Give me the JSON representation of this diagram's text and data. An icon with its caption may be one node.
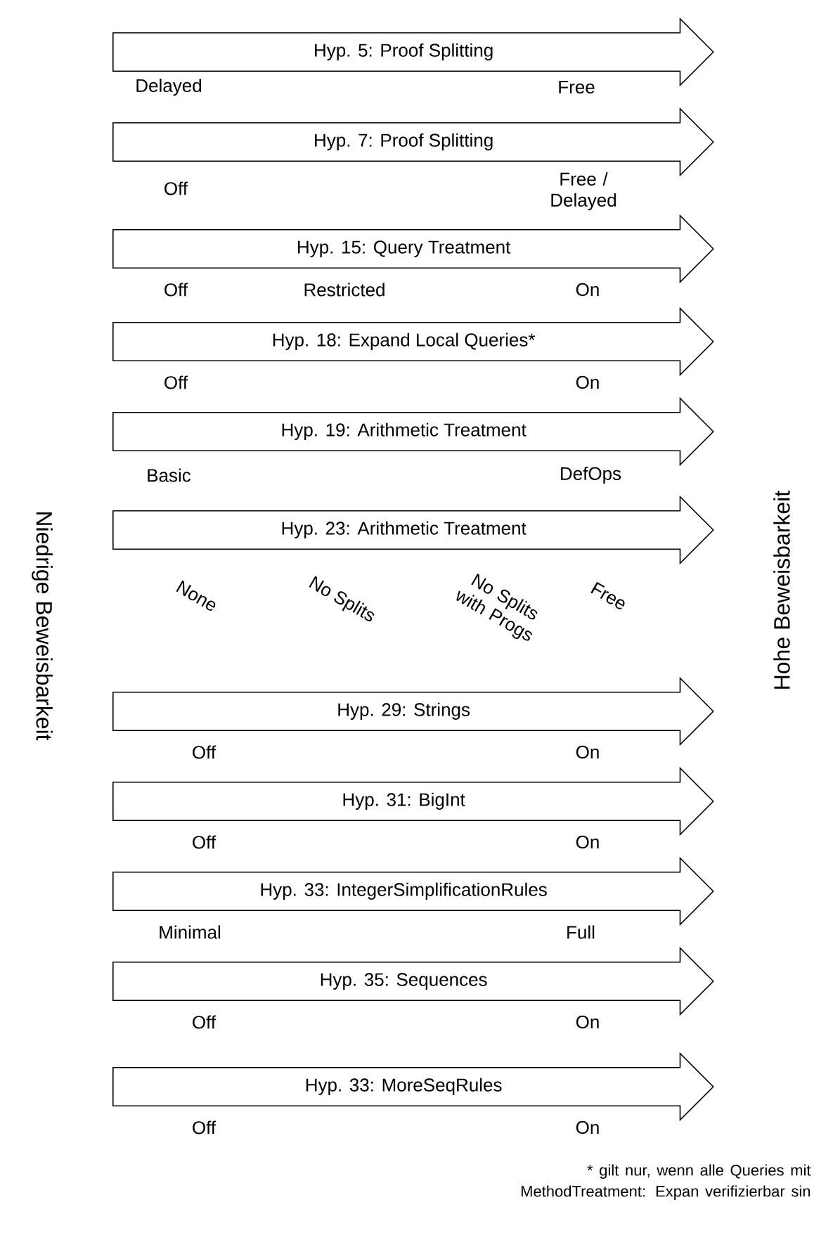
{
  "diagram": {
    "nodes": [
      {
        "text": [
          "Hyp. 5: Proof Splitting"
        ],
        "beside": [
          "Delayed",
          "Free"
        ]
      },
      {
        "text": [
          "Hyp. 7: Proof Splitting"
        ],
        "beside": [
          "Off",
          "Free / Delayed"
        ]
      },
      {
        "text": [
          "Hyp. 15: Query Treatment"
        ],
        "beside": [
          "Off",
          "Restricted",
          "On"
        ]
      },
      {
        "text": [
          "Hyp. 18: Expand Local Queries*"
        ],
        "beside": [
          "Off",
          "On"
        ]
      },
      {
        "text": [
          "Hyp. 19: Arithmetic Treatment"
        ],
        "beside": [
          "Basic",
          "DefOps"
        ]
      },
      {
        "text": [
          "Hyp. 23: Arithmetic Treatment"
        ],
        "beside": [
          "None",
          "No Splits",
          "No Splits with Progs",
          "Free"
        ]
      },
      {
        "text": [
          "Hyp. 29: Strings"
        ],
        "beside": [
          "Off",
          "On"
        ]
      },
      {
        "text": [
          "Hyp. 31: BigInt"
        ],
        "beside": [
          "Off",
          "On"
        ]
      },
      {
        "text": [
          "Hyp. 33: IntegerSimplificationRules"
        ],
        "beside": [
          "Minimal",
          "Full"
        ]
      },
      {
        "text": [
          "Hyp. 35: Sequences"
        ],
        "beside": [
          "Off",
          "On"
        ]
      },
      {
        "text": [
          "Hyp. 33: MoreSeqRules"
        ],
        "beside": [
          "Off",
          "On"
        ]
      }
    ],
    "labels": [
      "Niedrige Beweisbarkeit",
      "Hohe Beweisbarkeit",
      "* gilt nur, wenn alle Queries mit MethodTreatment: Expan verifizierbar sin"
    ]
  }
}
